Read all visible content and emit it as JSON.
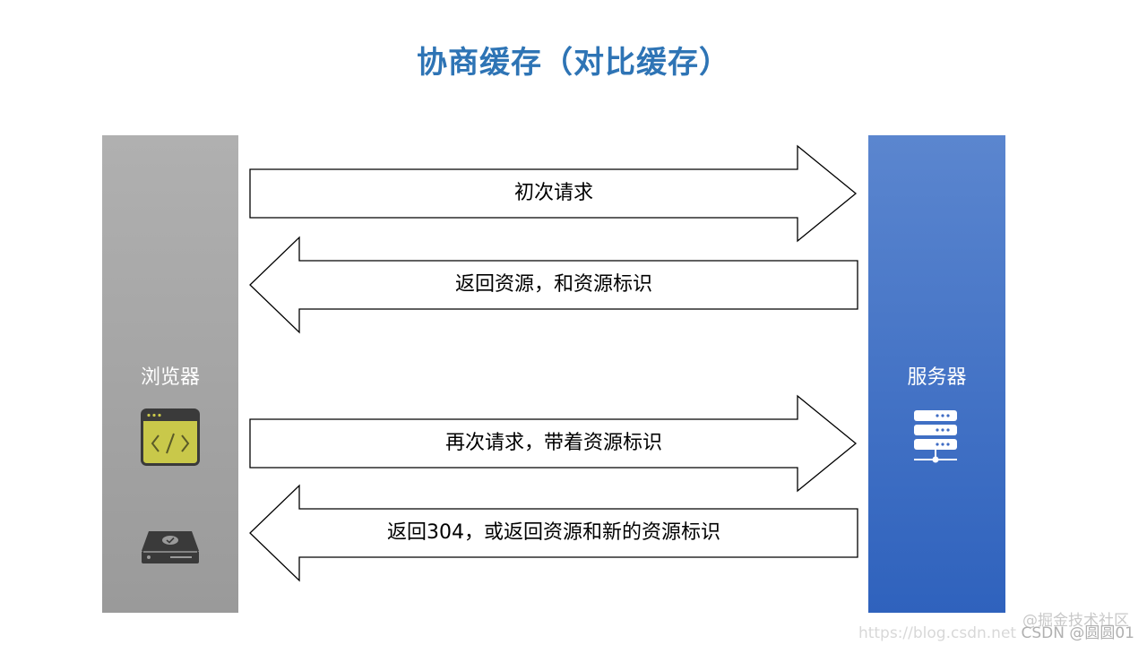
{
  "title": "协商缓存（对比缓存）",
  "browser": {
    "label": "浏览器",
    "icons": [
      "code-window-icon",
      "disk-drive-icon"
    ]
  },
  "server": {
    "label": "服务器",
    "icons": [
      "server-rack-icon"
    ]
  },
  "arrows": [
    {
      "direction": "right",
      "label": "初次请求"
    },
    {
      "direction": "left",
      "label": "返回资源，和资源标识"
    },
    {
      "direction": "right",
      "label": "再次请求，带着资源标识"
    },
    {
      "direction": "left",
      "label": "返回304，或返回资源和新的资源标识"
    }
  ],
  "watermarks": {
    "juejin": "@掘金技术社区",
    "csdn_url": "https://blog.csdn.net",
    "csdn_user": "CSDN @圆圆01"
  },
  "colors": {
    "title": "#2e74b5",
    "browser_panel": "#a6a6a6",
    "server_panel": "#4472c4",
    "code_window_fill": "#c9c84a",
    "icon_dark": "#3a3a3a"
  }
}
